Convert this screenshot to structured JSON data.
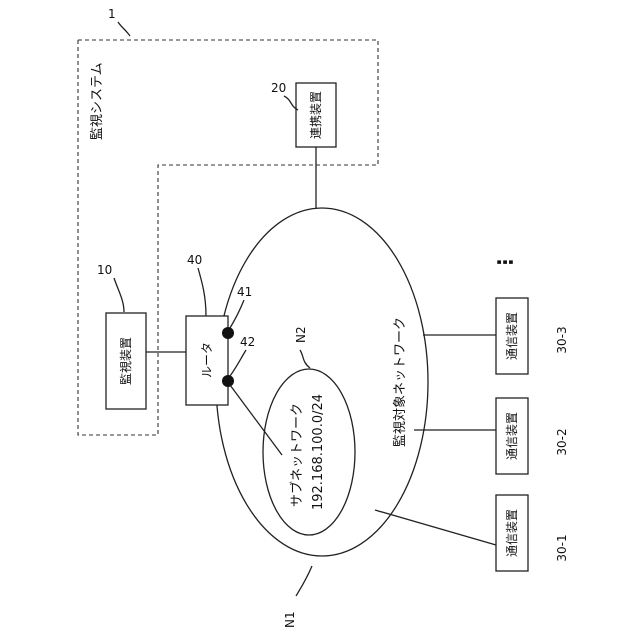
{
  "system": {
    "ref": "1",
    "label": "監視システム"
  },
  "monitoring_device": {
    "ref": "10",
    "label": "監視装置"
  },
  "cooperation_device": {
    "ref": "20",
    "label": "連携装置"
  },
  "router": {
    "ref": "40",
    "label": "ルータ",
    "port1_ref": "41",
    "port2_ref": "42"
  },
  "network": {
    "ref": "N1",
    "label": "監視対象ネットワーク"
  },
  "subnet": {
    "ref": "N2",
    "label": "サブネットワーク",
    "address": "192.168.100.0/24"
  },
  "communication_devices": [
    {
      "ref": "30-1",
      "label": "通信装置"
    },
    {
      "ref": "30-2",
      "label": "通信装置"
    },
    {
      "ref": "30-3",
      "label": "通信装置"
    }
  ],
  "ellipsis": "⋮"
}
